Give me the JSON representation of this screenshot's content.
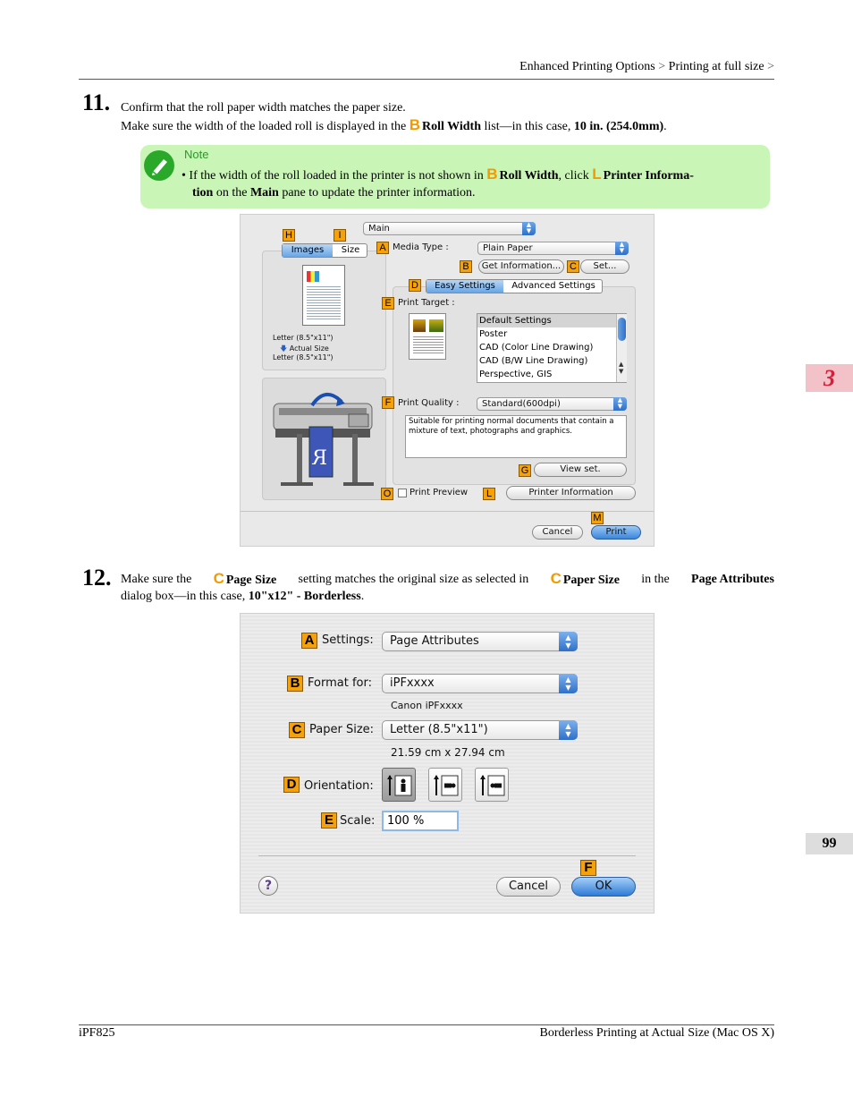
{
  "header": {
    "breadcrumb_1": "Enhanced Printing Options",
    "sep": ">",
    "breadcrumb_2": "Printing at full size"
  },
  "step11": {
    "number": "11.",
    "line1": "Confirm that the roll paper width matches the paper size.",
    "line2_pre": "Make sure the width of the loaded roll is displayed in the",
    "callout": "B",
    "field": "Roll Width",
    "line2_mid": "list—in this case,",
    "value": "10 in. (254.0mm)",
    "end": "."
  },
  "note": {
    "title": "Note",
    "bullet": "•",
    "pre": "If the width of the roll loaded in the printer is not shown in",
    "callout_b": "B",
    "field_b": "Roll Width",
    "mid": ", click",
    "callout_l": "L",
    "field_l_1": "Printer Informa-",
    "field_l_2": "tion",
    "mid2": "on the",
    "pane": "Main",
    "end": "pane to update the printer information."
  },
  "dialog1": {
    "pane_popup": "Main",
    "tab_images": "Images",
    "tab_size": "Size",
    "media_type_label": "Media Type :",
    "media_type_value": "Plain Paper",
    "get_info_button": "Get Information...",
    "set_button": "Set...",
    "tab_easy": "Easy Settings",
    "tab_advanced": "Advanced Settings",
    "print_target_label": "Print Target :",
    "print_target_items": [
      "Default Settings",
      "Poster",
      "CAD (Color Line Drawing)",
      "CAD (B/W Line Drawing)",
      "Perspective, GIS"
    ],
    "size_line1": "Letter (8.5\"x11\")",
    "size_line2": "Actual Size",
    "size_line3": "Letter (8.5\"x11\")",
    "print_quality_label": "Print Quality :",
    "print_quality_value": "Standard(600dpi)",
    "description": "Suitable for printing normal documents that contain a mixture of text, photographs and graphics.",
    "view_set_button": "View set.",
    "print_preview_label": "Print Preview",
    "printer_info_button": "Printer Information",
    "cancel_button": "Cancel",
    "print_button": "Print",
    "tags": {
      "A": "A",
      "B": "B",
      "C": "C",
      "D": "D",
      "E": "E",
      "F": "F",
      "G": "G",
      "H": "H",
      "I": "I",
      "L": "L",
      "M": "M",
      "O": "O"
    }
  },
  "step12": {
    "number": "12.",
    "pre": "Make sure the",
    "callout_1": "C",
    "field_1": "Page Size",
    "mid1": "setting matches the original size as selected in",
    "callout_2": "C",
    "field_2": "Paper Size",
    "mid2": "in the",
    "dialog_name": "Page Attributes",
    "line2_pre": "dialog box—in this case,",
    "value": "10\"x12\" - Borderless",
    "end": "."
  },
  "dialog2": {
    "settings_label": "Settings:",
    "settings_value": "Page Attributes",
    "format_label": "Format for:",
    "format_value": "iPFxxxx",
    "format_sub": "Canon iPFxxxx",
    "paper_size_label": "Paper Size:",
    "paper_size_value": "Letter (8.5\"x11\")",
    "paper_dims": "21.59 cm x 27.94 cm",
    "orientation_label": "Orientation:",
    "scale_label": "Scale:",
    "scale_value": "100 %",
    "help": "?",
    "cancel_button": "Cancel",
    "ok_button": "OK",
    "tags": {
      "A": "A",
      "B": "B",
      "C": "C",
      "D": "D",
      "E": "E",
      "F": "F"
    }
  },
  "side_tab": "3",
  "page_number": "99",
  "footer": {
    "left": "iPF825",
    "right": "Borderless Printing at Actual Size (Mac OS X)"
  }
}
